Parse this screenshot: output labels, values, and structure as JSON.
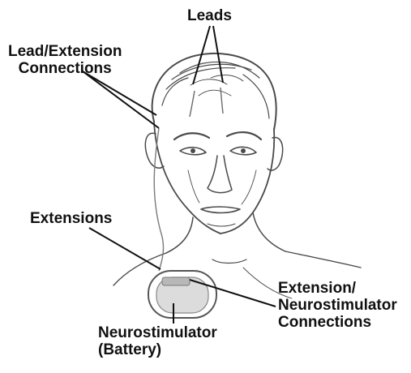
{
  "labels": {
    "leads": "Leads",
    "lead_extension_connections": [
      "Lead/Extension",
      "Connections"
    ],
    "extensions": "Extensions",
    "extension_neurostimulator_connections": [
      "Extension/",
      "Neurostimulator",
      "Connections"
    ],
    "neurostimulator": [
      "Neurostimulator",
      "(Battery)"
    ]
  },
  "colors": {
    "line": "#111111",
    "sketch": "#4a4a4a",
    "device_shading": "#b8b8b8"
  }
}
